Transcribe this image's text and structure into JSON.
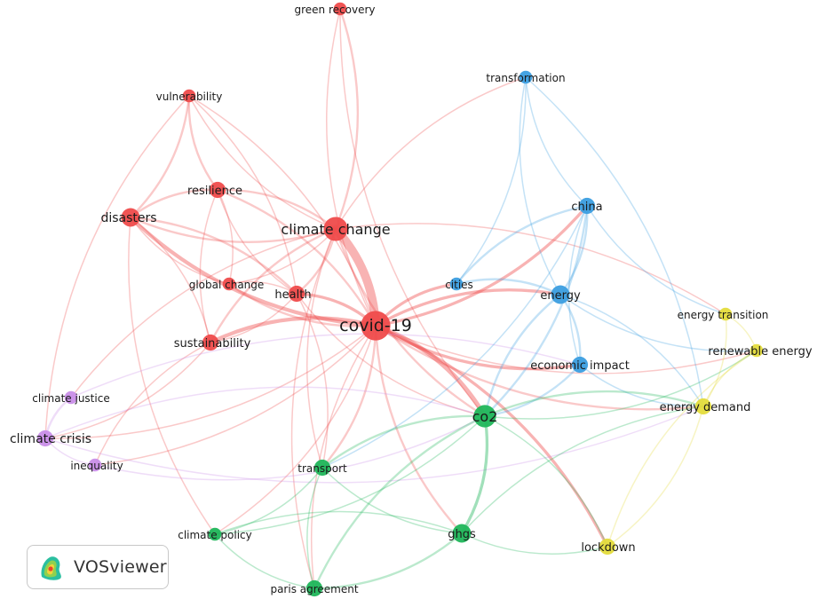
{
  "network": {
    "clusters": {
      "red": "#ef4b4b",
      "blue": "#3b9ee0",
      "green": "#1fb65a",
      "yellow": "#e4dc3c",
      "purple": "#c98ee8"
    },
    "nodes": [
      {
        "id": "covid-19",
        "label": "covid-19",
        "cluster": "red",
        "weight": 10
      },
      {
        "id": "climate change",
        "label": "climate change",
        "cluster": "red",
        "weight": 6
      },
      {
        "id": "green recovery",
        "label": "green recovery",
        "cluster": "red",
        "weight": 1
      },
      {
        "id": "vulnerability",
        "label": "vulnerability",
        "cluster": "red",
        "weight": 1
      },
      {
        "id": "resilience",
        "label": "resilience",
        "cluster": "red",
        "weight": 2
      },
      {
        "id": "disasters",
        "label": "disasters",
        "cluster": "red",
        "weight": 3
      },
      {
        "id": "global change",
        "label": "global change",
        "cluster": "red",
        "weight": 1
      },
      {
        "id": "health",
        "label": "health",
        "cluster": "red",
        "weight": 2
      },
      {
        "id": "sustainability",
        "label": "sustainability",
        "cluster": "red",
        "weight": 2
      },
      {
        "id": "transformation",
        "label": "transformation",
        "cluster": "blue",
        "weight": 1
      },
      {
        "id": "china",
        "label": "china",
        "cluster": "blue",
        "weight": 2
      },
      {
        "id": "cities",
        "label": "cities",
        "cluster": "blue",
        "weight": 1
      },
      {
        "id": "energy",
        "label": "energy",
        "cluster": "blue",
        "weight": 3
      },
      {
        "id": "economic impact",
        "label": "economic impact",
        "cluster": "blue",
        "weight": 2
      },
      {
        "id": "co2",
        "label": "co2",
        "cluster": "green",
        "weight": 5
      },
      {
        "id": "transport",
        "label": "transport",
        "cluster": "green",
        "weight": 2
      },
      {
        "id": "ghgs",
        "label": "ghgs",
        "cluster": "green",
        "weight": 3
      },
      {
        "id": "climate policy",
        "label": "climate policy",
        "cluster": "green",
        "weight": 1
      },
      {
        "id": "paris agreement",
        "label": "paris agreement",
        "cluster": "green",
        "weight": 2
      },
      {
        "id": "energy transition",
        "label": "energy transition",
        "cluster": "yellow",
        "weight": 1
      },
      {
        "id": "renewable energy",
        "label": "renewable energy",
        "cluster": "yellow",
        "weight": 1
      },
      {
        "id": "energy demand",
        "label": "energy demand",
        "cluster": "yellow",
        "weight": 2
      },
      {
        "id": "lockdown",
        "label": "lockdown",
        "cluster": "yellow",
        "weight": 2
      },
      {
        "id": "climate justice",
        "label": "climate justice",
        "cluster": "purple",
        "weight": 1
      },
      {
        "id": "climate crisis",
        "label": "climate crisis",
        "cluster": "purple",
        "weight": 2
      },
      {
        "id": "inequality",
        "label": "inequality",
        "cluster": "purple",
        "weight": 1
      }
    ],
    "edges": [
      [
        "covid-19",
        "climate change",
        10
      ],
      [
        "covid-19",
        "co2",
        5
      ],
      [
        "covid-19",
        "sustainability",
        4
      ],
      [
        "covid-19",
        "disasters",
        4
      ],
      [
        "covid-19",
        "health",
        3
      ],
      [
        "covid-19",
        "energy",
        3
      ],
      [
        "covid-19",
        "economic impact",
        3
      ],
      [
        "covid-19",
        "cities",
        3
      ],
      [
        "covid-19",
        "china",
        3
      ],
      [
        "covid-19",
        "lockdown",
        3
      ],
      [
        "covid-19",
        "resilience",
        2
      ],
      [
        "covid-19",
        "global change",
        2
      ],
      [
        "covid-19",
        "ghgs",
        2
      ],
      [
        "covid-19",
        "transport",
        2
      ],
      [
        "covid-19",
        "energy demand",
        2
      ],
      [
        "covid-19",
        "green recovery",
        1
      ],
      [
        "covid-19",
        "vulnerability",
        1
      ],
      [
        "covid-19",
        "climate crisis",
        1
      ],
      [
        "covid-19",
        "paris agreement",
        1
      ],
      [
        "covid-19",
        "climate policy",
        1
      ],
      [
        "covid-19",
        "renewable energy",
        1
      ],
      [
        "covid-19",
        "inequality",
        1
      ],
      [
        "climate change",
        "green recovery",
        2
      ],
      [
        "climate change",
        "disasters",
        2
      ],
      [
        "climate change",
        "resilience",
        2
      ],
      [
        "climate change",
        "health",
        2
      ],
      [
        "climate change",
        "sustainability",
        2
      ],
      [
        "climate change",
        "global change",
        1
      ],
      [
        "climate change",
        "co2",
        2
      ],
      [
        "climate change",
        "vulnerability",
        1
      ],
      [
        "climate change",
        "transport",
        1
      ],
      [
        "climate change",
        "transformation",
        1
      ],
      [
        "climate change",
        "paris agreement",
        1
      ],
      [
        "climate change",
        "energy transition",
        1
      ],
      [
        "climate change",
        "climate justice",
        1
      ],
      [
        "disasters",
        "resilience",
        2
      ],
      [
        "disasters",
        "vulnerability",
        2
      ],
      [
        "disasters",
        "health",
        2
      ],
      [
        "disasters",
        "global change",
        1
      ],
      [
        "disasters",
        "sustainability",
        1
      ],
      [
        "disasters",
        "climate policy",
        1
      ],
      [
        "resilience",
        "vulnerability",
        2
      ],
      [
        "resilience",
        "health",
        1
      ],
      [
        "resilience",
        "global change",
        1
      ],
      [
        "resilience",
        "sustainability",
        1
      ],
      [
        "vulnerability",
        "health",
        1
      ],
      [
        "vulnerability",
        "climate crisis",
        1
      ],
      [
        "health",
        "sustainability",
        1
      ],
      [
        "health",
        "global change",
        1
      ],
      [
        "health",
        "transport",
        1
      ],
      [
        "health",
        "co2",
        1
      ],
      [
        "sustainability",
        "climate crisis",
        1
      ],
      [
        "sustainability",
        "inequality",
        1
      ],
      [
        "climate crisis",
        "climate justice",
        2
      ],
      [
        "climate crisis",
        "inequality",
        1
      ],
      [
        "climate crisis",
        "co2",
        1
      ],
      [
        "climate crisis",
        "energy demand",
        1
      ],
      [
        "climate justice",
        "economic impact",
        1
      ],
      [
        "inequality",
        "co2",
        1
      ],
      [
        "china",
        "energy",
        2
      ],
      [
        "china",
        "cities",
        2
      ],
      [
        "china",
        "transformation",
        1
      ],
      [
        "china",
        "economic impact",
        1
      ],
      [
        "china",
        "co2",
        2
      ],
      [
        "china",
        "energy transition",
        1
      ],
      [
        "china",
        "transport",
        1
      ],
      [
        "energy",
        "cities",
        2
      ],
      [
        "energy",
        "economic impact",
        2
      ],
      [
        "energy",
        "co2",
        2
      ],
      [
        "energy",
        "energy demand",
        1
      ],
      [
        "energy",
        "renewable energy",
        1
      ],
      [
        "energy",
        "transformation",
        1
      ],
      [
        "cities",
        "transformation",
        1
      ],
      [
        "economic impact",
        "co2",
        2
      ],
      [
        "economic impact",
        "energy demand",
        1
      ],
      [
        "co2",
        "ghgs",
        3
      ],
      [
        "co2",
        "transport",
        2
      ],
      [
        "co2",
        "energy demand",
        2
      ],
      [
        "co2",
        "paris agreement",
        2
      ],
      [
        "co2",
        "lockdown",
        1
      ],
      [
        "co2",
        "renewable energy",
        1
      ],
      [
        "co2",
        "climate policy",
        1
      ],
      [
        "transport",
        "ghgs",
        1
      ],
      [
        "transport",
        "climate policy",
        1
      ],
      [
        "transport",
        "paris agreement",
        1
      ],
      [
        "ghgs",
        "paris agreement",
        2
      ],
      [
        "ghgs",
        "climate policy",
        1
      ],
      [
        "ghgs",
        "energy demand",
        1
      ],
      [
        "ghgs",
        "lockdown",
        1
      ],
      [
        "energy demand",
        "renewable energy",
        1
      ],
      [
        "energy demand",
        "energy transition",
        1
      ],
      [
        "energy demand",
        "lockdown",
        1
      ],
      [
        "renewable energy",
        "energy transition",
        1
      ],
      [
        "lockdown",
        "renewable energy",
        1
      ],
      [
        "climate policy",
        "paris agreement",
        1
      ],
      [
        "transformation",
        "energy demand",
        1
      ],
      [
        "green recovery",
        "co2",
        1
      ]
    ]
  },
  "badge": {
    "label": "VOSviewer"
  }
}
